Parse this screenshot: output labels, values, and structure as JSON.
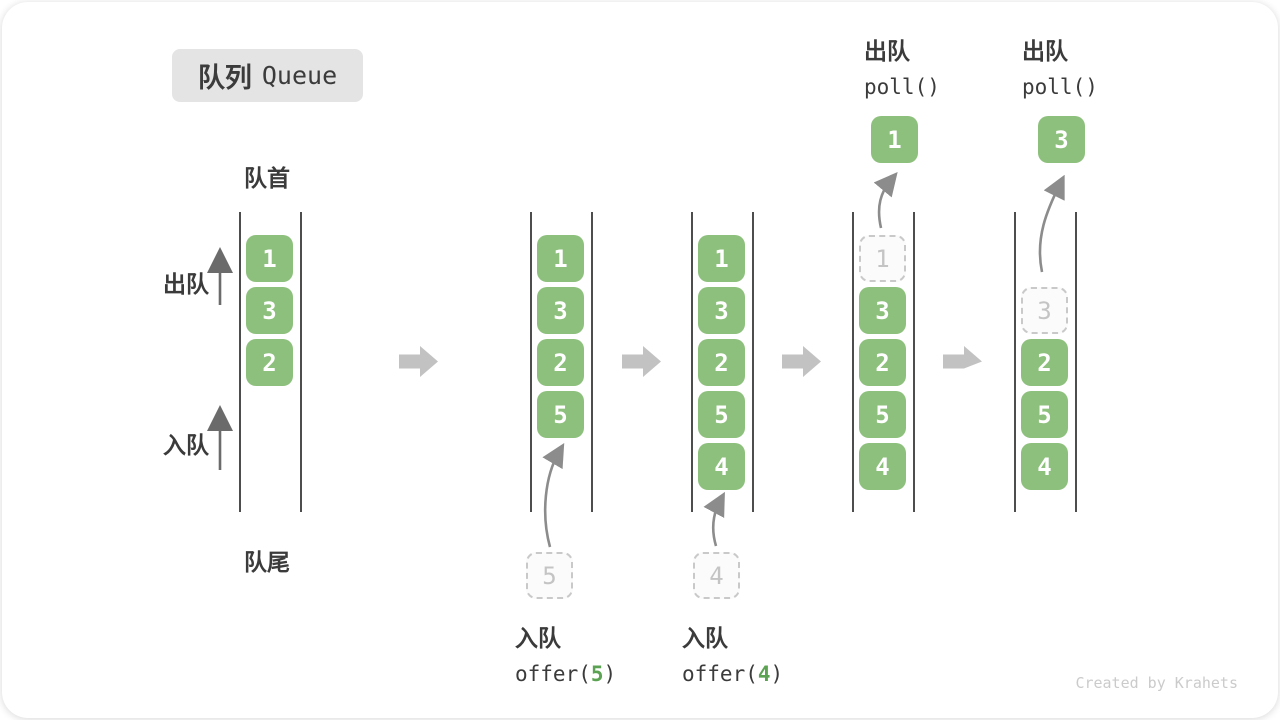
{
  "title": {
    "zh": "队列",
    "en": "Queue"
  },
  "labels": {
    "front": "队首",
    "rear": "队尾",
    "dequeue": "出队",
    "enqueue": "入队"
  },
  "colors": {
    "box_green": "#8dc07c",
    "code_arg_green": "#5ba352",
    "step_arrow_gray": "#c2c2c2",
    "curve_arrow_gray": "#8c8c8c",
    "side_arrow_gray": "#6b6b6b",
    "wall_line": "#4d4d4d",
    "text_dark": "#3b3b3b"
  },
  "queues": [
    {
      "slots": [
        {
          "value": "1"
        },
        {
          "value": "3"
        },
        {
          "value": "2"
        }
      ]
    },
    {
      "slots": [
        {
          "value": "1"
        },
        {
          "value": "3"
        },
        {
          "value": "2"
        },
        {
          "value": "5"
        }
      ],
      "pending": {
        "value": "5"
      },
      "caption": {
        "action": "入队",
        "code_prefix": "offer(",
        "code_arg": "5",
        "code_suffix": ")"
      }
    },
    {
      "slots": [
        {
          "value": "1"
        },
        {
          "value": "3"
        },
        {
          "value": "2"
        },
        {
          "value": "5"
        },
        {
          "value": "4"
        }
      ],
      "pending": {
        "value": "4"
      },
      "caption": {
        "action": "入队",
        "code_prefix": "offer(",
        "code_arg": "4",
        "code_suffix": ")"
      }
    },
    {
      "removed": {
        "value": "1"
      },
      "polled": {
        "value": "1"
      },
      "slots": [
        {
          "value": "3"
        },
        {
          "value": "2"
        },
        {
          "value": "5"
        },
        {
          "value": "4"
        }
      ],
      "caption": {
        "action": "出队",
        "code": "poll()"
      }
    },
    {
      "removed": {
        "value": "3"
      },
      "polled": {
        "value": "3"
      },
      "slots": [
        {
          "value": "2"
        },
        {
          "value": "5"
        },
        {
          "value": "4"
        }
      ],
      "caption": {
        "action": "出队",
        "code": "poll()"
      }
    }
  ],
  "watermark": "Created by Krahets"
}
